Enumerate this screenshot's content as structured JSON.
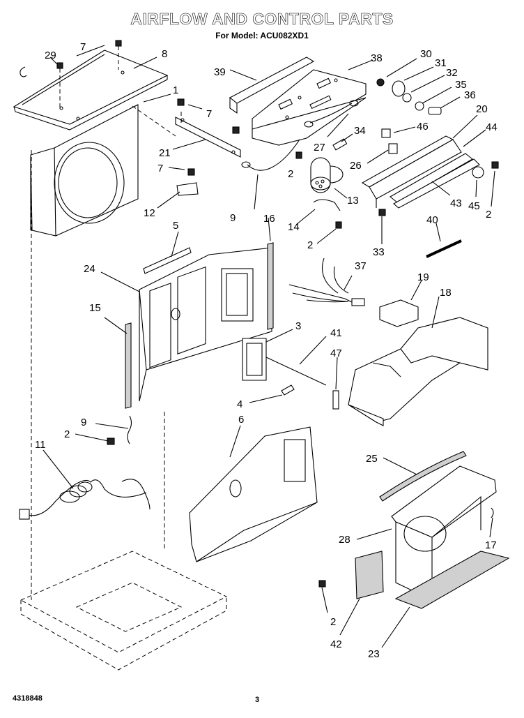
{
  "header": {
    "title": "AIRFLOW AND CONTROL PARTS",
    "subtitle": "For Model: ACU082XD1"
  },
  "footer": {
    "part_number": "4318848",
    "page_number": "3"
  },
  "callouts": [
    "29",
    "7",
    "8",
    "1",
    "7",
    "21",
    "7",
    "12",
    "39",
    "38",
    "30",
    "31",
    "32",
    "35",
    "36",
    "20",
    "44",
    "34",
    "46",
    "27",
    "26",
    "2",
    "9",
    "13",
    "43",
    "45",
    "2",
    "14",
    "2",
    "33",
    "40",
    "5",
    "16",
    "24",
    "15",
    "37",
    "19",
    "18",
    "3",
    "41",
    "47",
    "4",
    "9",
    "2",
    "11",
    "6",
    "25",
    "28",
    "17",
    "2",
    "42",
    "23"
  ]
}
